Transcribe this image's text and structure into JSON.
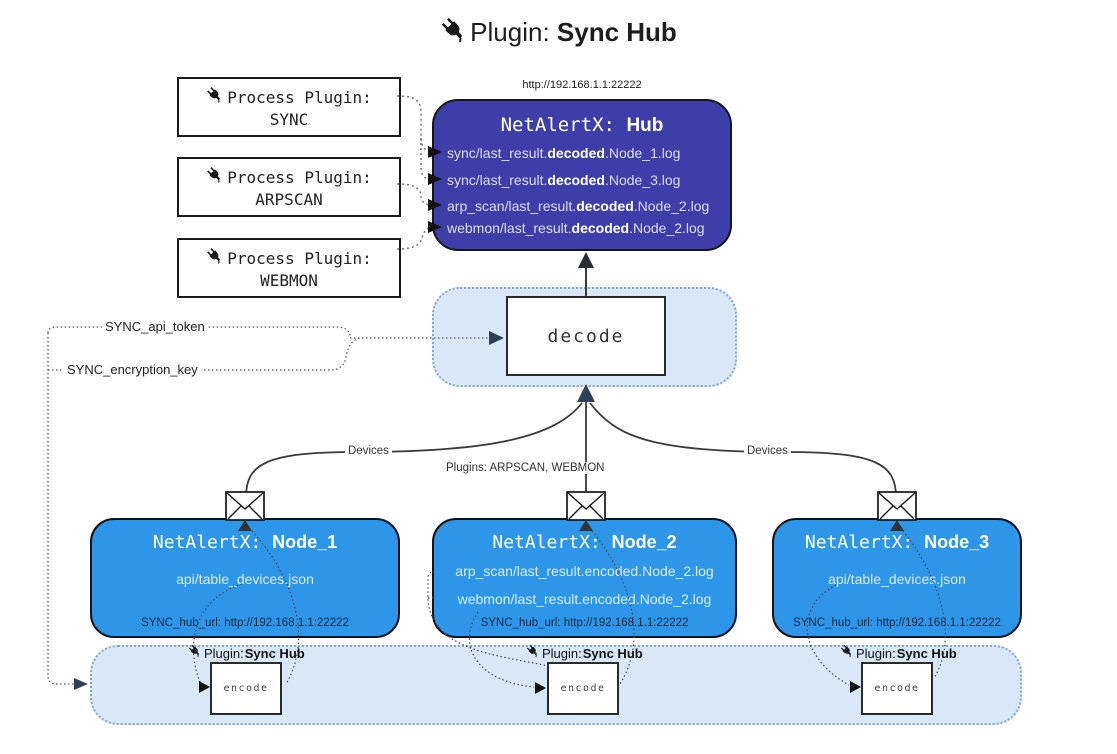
{
  "title": {
    "prefix": "Plugin:",
    "bold": "Sync Hub"
  },
  "process_plugins": [
    {
      "label": "Process Plugin:",
      "name": "SYNC"
    },
    {
      "label": "Process Plugin:",
      "name": "ARPSCAN"
    },
    {
      "label": "Process Plugin:",
      "name": "WEBMON"
    }
  ],
  "hub": {
    "url": "http://192.168.1.1:22222",
    "title_prefix": "NetAlertX: ",
    "title_bold": "Hub",
    "logs": [
      {
        "pre": "sync/last_result.",
        "bold": "decoded",
        "post": ".Node_1.log"
      },
      {
        "pre": "sync/last_result.",
        "bold": "decoded",
        "post": ".Node_3.log"
      },
      {
        "pre": "arp_scan/last_result.",
        "bold": "decoded",
        "post": ".Node_2.log"
      },
      {
        "pre": "webmon/last_result.",
        "bold": "decoded",
        "post": ".Node_2.log"
      }
    ]
  },
  "decode_label": "decode",
  "keys": {
    "api_token": "SYNC_api_token",
    "encryption_key": "SYNC_encryption_key"
  },
  "edge_labels": {
    "devices_left": "Devices",
    "plugins_mid": "Plugins: ARPSCAN, WEBMON",
    "devices_right": "Devices"
  },
  "nodes": [
    {
      "title_prefix": "NetAlertX: ",
      "title_bold": "Node_1",
      "files": [
        "api/table_devices.json"
      ],
      "hub_url": "SYNC_hub_url: http://192.168.1.1:22222"
    },
    {
      "title_prefix": "NetAlertX: ",
      "title_bold": "Node_2",
      "files": [
        "arp_scan/last_result.encoded.Node_2.log",
        "webmon/last_result.encoded.Node_2.log"
      ],
      "hub_url": "SYNC_hub_url: http://192.168.1.1:22222"
    },
    {
      "title_prefix": "NetAlertX: ",
      "title_bold": "Node_3",
      "files": [
        "api/table_devices.json"
      ],
      "hub_url": "SYNC_hub_url: http://192.168.1.1:22222"
    }
  ],
  "encoder": {
    "label_prefix": "Plugin: ",
    "label_bold": "Sync Hub",
    "box_label": "encode"
  },
  "colors": {
    "hub_bg": "#3e3ea8",
    "node_bg": "#2e96e8",
    "container_bg": "#d9e8f8",
    "arrow_slate": "#2e4057",
    "line_dark": "#3a3a3a"
  }
}
